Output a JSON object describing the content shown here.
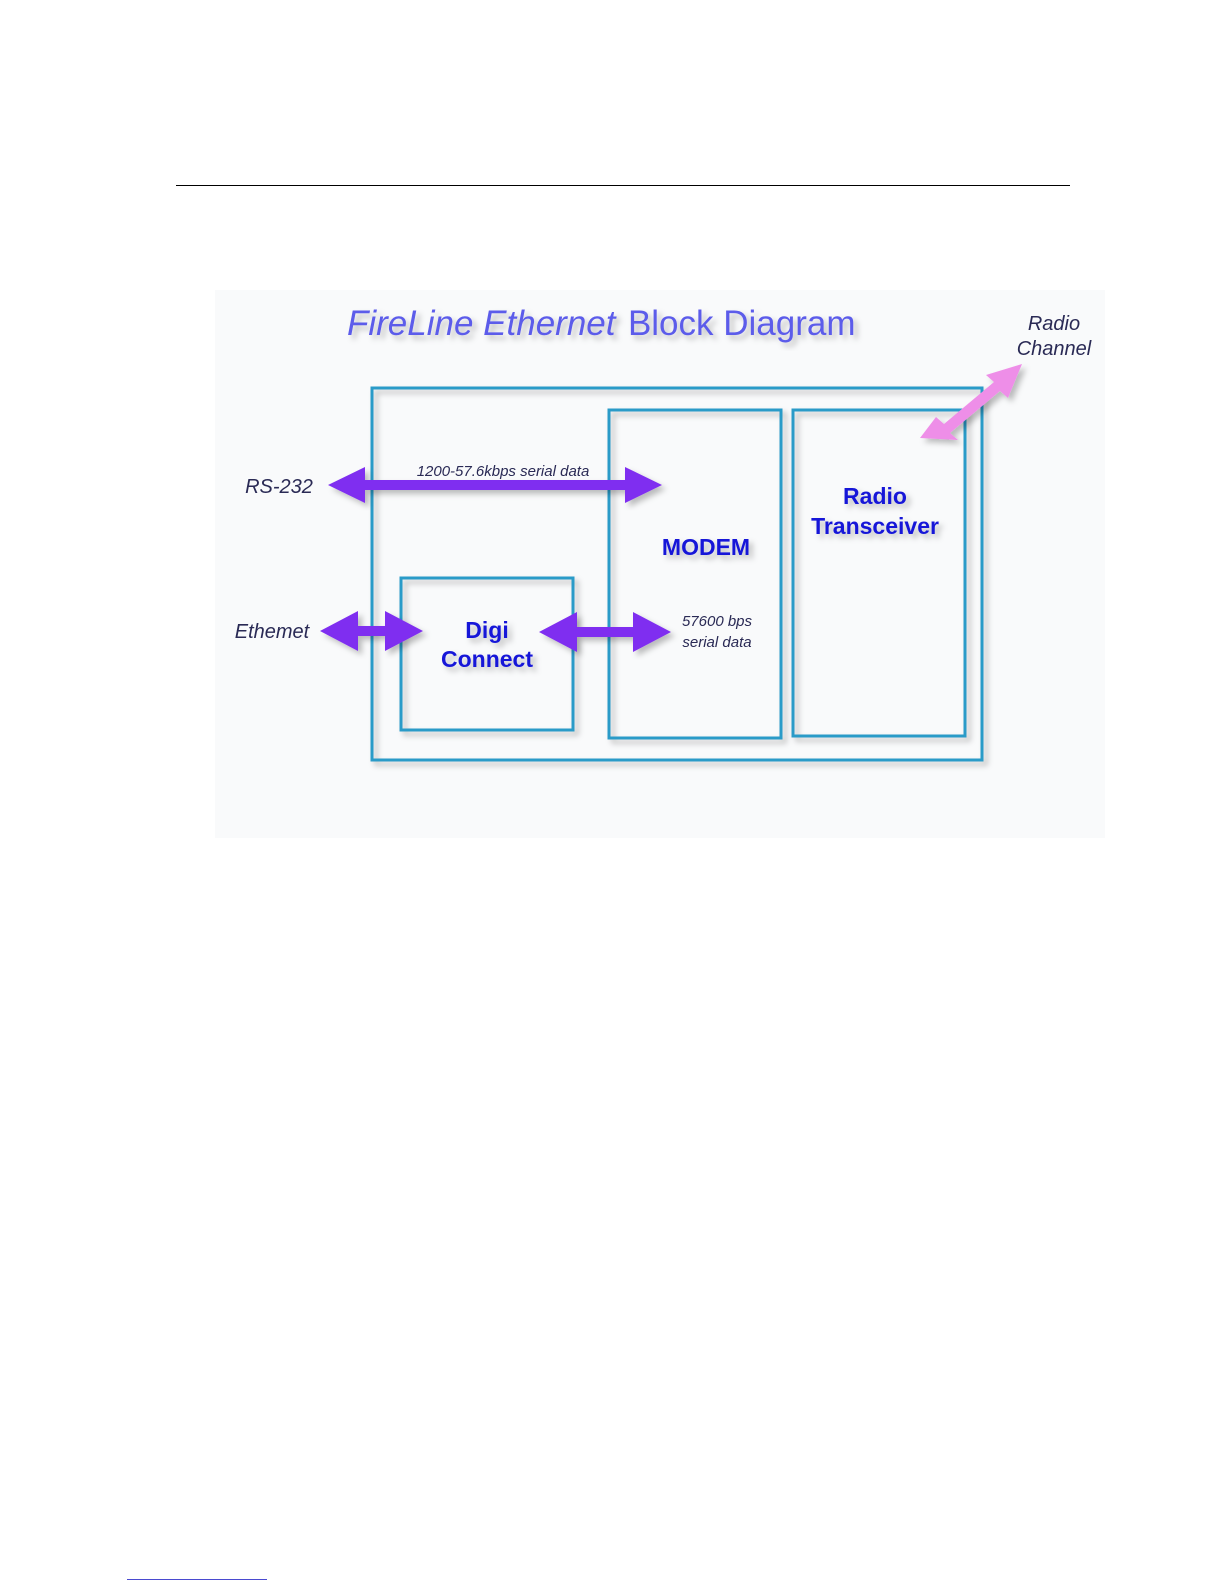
{
  "diagram": {
    "title_italic": "FireLine Ethernet",
    "title_rest": "Block Diagram",
    "radio_channel": [
      "Radio",
      "Channel"
    ],
    "rs232": "RS-232",
    "ethernet": "Ethemet",
    "serial_top": "1200-57.6kbps serial data",
    "modem": "MODEM",
    "serial_mid": [
      "57600 bps",
      "serial data"
    ],
    "digi": [
      "Digi",
      "Connect"
    ],
    "radio_block": [
      "Radio",
      "Transceiver"
    ]
  },
  "colors": {
    "title": "#5b5bea",
    "block_text": "#1818d8",
    "box_stroke": "#2a9bc8",
    "arrow_data": "#7f2ff0",
    "arrow_radio": "#ee8ee8"
  }
}
